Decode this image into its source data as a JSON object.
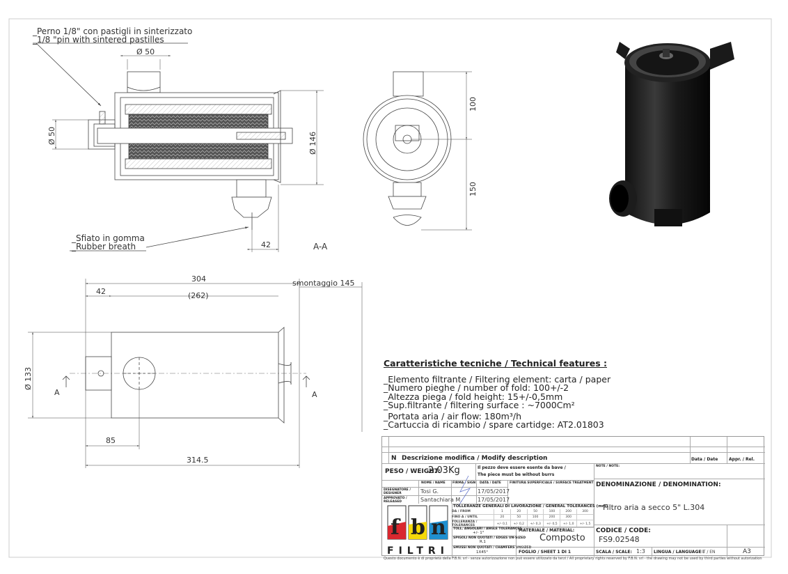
{
  "labels": {
    "pin_it": "_Perno 1/8\" con pastigli in sinterizzato",
    "pin_en": "_1/8 \"pin with sintered pastilles",
    "breath_it": "_Sfiato in gomma",
    "breath_en": "_Rubber breath",
    "section_name": "A-A",
    "section_marker": "A"
  },
  "dims": {
    "top_outlet": "Ø 50",
    "inlet": "Ø 50",
    "body_diameter": "Ø 146",
    "valve_offset": "42",
    "end_upper": "100",
    "end_lower": "150",
    "overall_length": "304",
    "inlet_offset": "42",
    "body_length": "(262)",
    "disassembly": "smontaggio 145",
    "plan_diameter": "Ø 133",
    "outlet_position": "85",
    "total_length": "314.5"
  },
  "features": {
    "title": "Caratteristiche tecniche / Technical features :",
    "items": [
      "_Elemento filtrante / Filtering element: carta / paper",
      "_Numero pieghe / number of fold: 100+/-2",
      "_Altezza piega / fold height: 15+/-0,5mm",
      "_Sup.filtrante / filtering surface : ~7000Cm²",
      "_Portata aria / air flow: 180m³/h",
      "_Cartuccia di ricambio / spare cartidge: AT2.01803"
    ]
  },
  "title_block": {
    "rev_n": "N",
    "rev_desc": "Descrizione modifica / Modify description",
    "rev_date": "Data / Date",
    "rev_appr": "Appr. / Rel.",
    "weight_label": "PESO / WEIGHT:",
    "weight_value": "2.03Kg",
    "burr_it": "Il pezzo deve essere esente da bave /",
    "burr_en": "The piece must be without burrs",
    "col_name": "NOME / NAME",
    "col_sign": "FIRMA / SIGN",
    "col_date": "DATA / DATE",
    "finish": "FINITURA SUPERFICIALE / SURFACE TREATMENT",
    "designer_label": "DISEGNATORE / DESIGNER",
    "designer_name": "Tosi G.",
    "designer_date": "17/05/2017",
    "approved_label": "APPROVATO / RELEASED",
    "approved_name": "Santachiara M.",
    "approved_date": "17/05/2017",
    "tolerances_title": "TOLLERANZE GENERALI DI LAVORAZIONE / GENERAL TOLERANCES (mm)",
    "tol_rows": [
      {
        "label": "DA / FROM",
        "values": [
          "1",
          "20",
          "50",
          "100",
          "200",
          "300"
        ]
      },
      {
        "label": "FINO A / UNTIL",
        "values": [
          "20",
          "50",
          "100",
          "200",
          "300",
          ""
        ]
      },
      {
        "label": "TOLLERANZA / TOLERANCES",
        "values": [
          "+/- 0,1",
          "+/- 0,2",
          "+/- 0,3",
          "+/- 0,5",
          "+/- 1,0",
          "+/- 1,5"
        ]
      }
    ],
    "angle_label": "TOLL. ANGOLARI / ANGLE TOLERANCES",
    "angle_value": "+/- 1°",
    "edges_label": "SPIGOLI NON QUOTATI / EDGES UN-SIZED",
    "edges_value": "R.1",
    "chamfer_label": "SMUSSI NON QUOTATI / CHAMFERS UNSIZED",
    "chamfer_value": "1X45°",
    "material_label": "MATERIALE / MATERIAL:",
    "material_value": "Composto",
    "sheet": "FOGLIO / SHEET 1 DI 1",
    "note_label": "NOTE / NOTE:",
    "denomination_label": "DENOMINAZIONE / DENOMINATION:",
    "denomination_value": "Filtro aria a secco 5\" L.304",
    "code_label": "CODICE / CODE:",
    "code_value": "FS9.02548",
    "scale_label": "SCALA / SCALE:",
    "scale_value": "1:3",
    "language_label": "LINGUA / LANGUAGE :",
    "language_value": "IT / EN",
    "format": "A3",
    "logo_text": "fbn",
    "logo_brand": "FILTRI"
  },
  "footer": "Questo documento è di proprietà della F.B.N. srl - senza autorizzazione non può essere utilizzato da terzi / All proprietary rights reserved by F.B.N. srl - the drawing may not be used by third parties without autorization",
  "colors": {
    "logo_red": "#d9282f",
    "logo_yellow": "#f5d90a",
    "logo_blue": "#1f8fd0"
  }
}
